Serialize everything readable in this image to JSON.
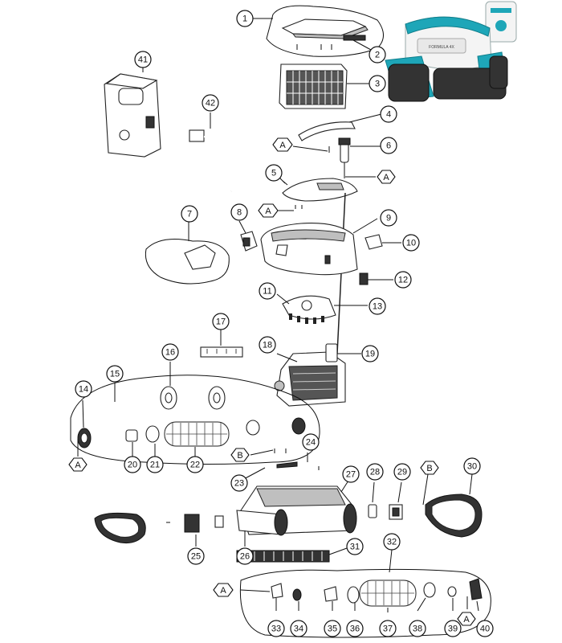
{
  "callouts": [
    "1",
    "2",
    "3",
    "4",
    "6",
    "5",
    "7",
    "8",
    "9",
    "10",
    "11",
    "12",
    "13",
    "14",
    "15",
    "16",
    "17",
    "18",
    "19",
    "20",
    "21",
    "22",
    "23",
    "24",
    "25",
    "26",
    "27",
    "28",
    "29",
    "30",
    "31",
    "32",
    "33",
    "34",
    "35",
    "36",
    "37",
    "38",
    "39",
    "40",
    "41",
    "42"
  ],
  "refs": {
    "a": "A",
    "b": "B"
  },
  "photo": {
    "brand_text": "FORMULA 4X",
    "accent_color": "#1ea6b8"
  }
}
